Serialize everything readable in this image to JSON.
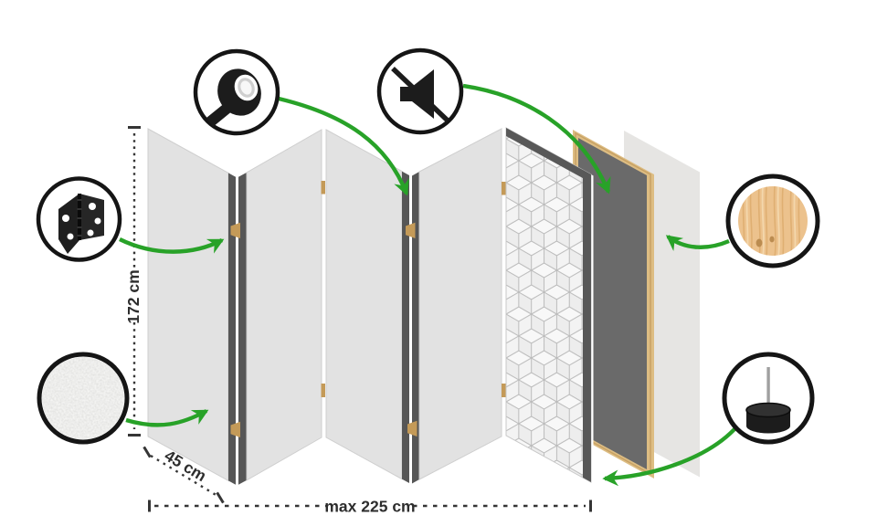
{
  "figure": {
    "subject": "folding room divider construction infographic",
    "panel_count": 5
  },
  "dimensions": {
    "height_label": "172 cm",
    "panel_width_label": "45 cm",
    "max_width_label": "max 225 cm"
  },
  "callouts": [
    {
      "name": "adhesive-tape-icon"
    },
    {
      "name": "sound-muffling-mute-icon"
    },
    {
      "name": "hinge-icon"
    },
    {
      "name": "fabric-texture-swatch"
    },
    {
      "name": "wood-material-swatch"
    },
    {
      "name": "foot-pin-icon"
    }
  ],
  "colors": {
    "green": "#28a228",
    "panel_face": "#e2e2e2",
    "panel_edge": "#565656",
    "hinge_tan": "#c49a58",
    "frame_tan": "#ddbd83",
    "frame_face": "#6a6a6a",
    "icon_black": "#1c1c1c",
    "wood": "#ecc28d",
    "text": "#2d2d2d"
  }
}
